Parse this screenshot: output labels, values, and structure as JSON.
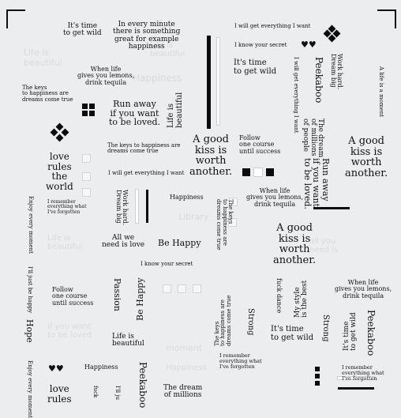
{
  "sticker_sheet": {
    "phrases": {
      "its_time_1": "It's time\nto get wild",
      "every_minute": "In every minute\nthere is something\ngreat for example\nhappiness",
      "get_everything_1": "I will get everything I want",
      "know_secret_1": "I know your secret",
      "its_time_2": "It's time\nto get wild",
      "get_everything_v": "I will get everything I want",
      "peekaboo_1": "Peekaboo",
      "work_hard_1": "Work hard.\nDream big",
      "life_moment": "A life is a moment",
      "when_life_1": "When life\ngives you lemons,\ndrink tequila",
      "keys_1": "The keys\nto happiness are\ndreams come true",
      "run_away_1": "Run away\nif you want\nto be loved.",
      "life_beautiful_1": "Life is\nbeautiful",
      "dream_millions_1": "The dream\nof millions\nof people",
      "a_good_kiss_1": "A good\nkiss is\nworth\nanother.",
      "follow_1": "Follow\none course\nuntil success",
      "a_good_kiss_2": "A good\nkiss is\nworth\nanother.",
      "run_away_2": "Run away\nif you want\nto be loved.",
      "love_rules_1": "love\nrules\nthe\nworld",
      "keys_2": "The keys to happiness are\ndreams come true",
      "get_everything_2": "I will get everything I want",
      "when_life_2": "When life\ngives you lemons,\ndrink tequila",
      "enjoy_1": "Enjoy every moment",
      "remember_1": "I remember\neverything what\nI've forgotten",
      "work_hard_2": "Work hard.\nDream big",
      "happiness_1": "Happiness",
      "keys_3": "The keys\nto happiness are\ndreams come true",
      "a_good_kiss_3": "A good\nkiss is\nworth\nanother.",
      "all_we_need": "All we\nneed is love",
      "be_happy_1": "Be Happy",
      "know_secret_2": "I know your secret",
      "just_be_happy": "I'll just be happy",
      "follow_2": "Follow\none course\nuntil success",
      "passion": "Passion",
      "be_happy_2": "Be Happy",
      "fuck_dance": "fuck dance",
      "my_style": "My style\nis the best",
      "when_life_3": "When life\ngives you lemons,\ndrink tequila",
      "hope": "Hope",
      "life_beautiful_2": "Life is\nbeautiful",
      "keys_4": "The keys\nto happiness are\ndreams come true",
      "strong_1": "Strong",
      "its_time_3": "It's time\nto get wild",
      "strong_2": "Strong",
      "its_time_4": "It's time\nto get wild",
      "peekaboo_2": "Peekaboo",
      "remember_2": "I remember\neverything what\nI've forgotten",
      "enjoy_2": "Enjoy every moment",
      "happiness_2": "Happiness",
      "peekaboo_3": "Peekaboo",
      "love_rules_2": "love\nrules",
      "fuck_2": "fuck",
      "just_2": "I'll ju",
      "dream_millions_2": "The dream\nof millions",
      "remember_3": "I remember\neverything what\nI've forgotten"
    },
    "embossed": {
      "e1": "Life is\nbeautiful",
      "e2": "Happiness",
      "e3": "Library",
      "e4": "if you want\nto be loved",
      "e5": "Life is\nbeautiful",
      "e6": "moment",
      "e7": "Happiness",
      "e8": "Life is\nbeautiful",
      "e9": "all you\nneed is"
    },
    "colors": {
      "sheet": "#ecedef",
      "sticker_ink": "#111111",
      "embossed": "#d9dadd"
    }
  }
}
